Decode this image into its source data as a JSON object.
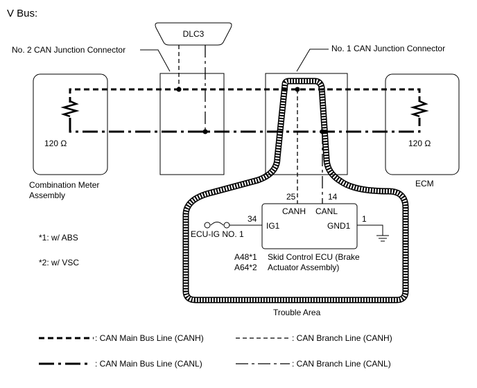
{
  "title": "V Bus:",
  "components": {
    "dlc3": "DLC3",
    "jc2": "No. 2 CAN Junction Connector",
    "jc1": "No. 1 CAN Junction Connector",
    "combination_meter": "Combination Meter Assembly",
    "combination_meter_line1": "Combination Meter",
    "combination_meter_line2": "Assembly",
    "ecm": "ECM",
    "res_left": "120 Ω",
    "res_right": "120 Ω",
    "skid_ecu_line1": "Skid Control ECU (Brake",
    "skid_ecu_line2": "Actuator Assembly)",
    "connector_a48": "A48*1",
    "connector_a64": "A64*2",
    "fuse": "ECU-IG NO. 1"
  },
  "pins": {
    "canh_num": "25",
    "canl_num": "14",
    "canh": "CANH",
    "canl": "CANL",
    "ig1_num": "34",
    "ig1": "IG1",
    "gnd1_num": "1",
    "gnd1": "GND1"
  },
  "notes": {
    "note1": "*1: w/ ABS",
    "note2": "*2: w/ VSC"
  },
  "trouble_area": "Trouble Area",
  "legend": {
    "main_canh": ": CAN Main Bus Line (CANH)",
    "branch_canh": ": CAN Branch Line (CANH)",
    "main_canl": ": CAN Main Bus Line (CANL)",
    "branch_canl": ": CAN Branch Line (CANL)"
  }
}
